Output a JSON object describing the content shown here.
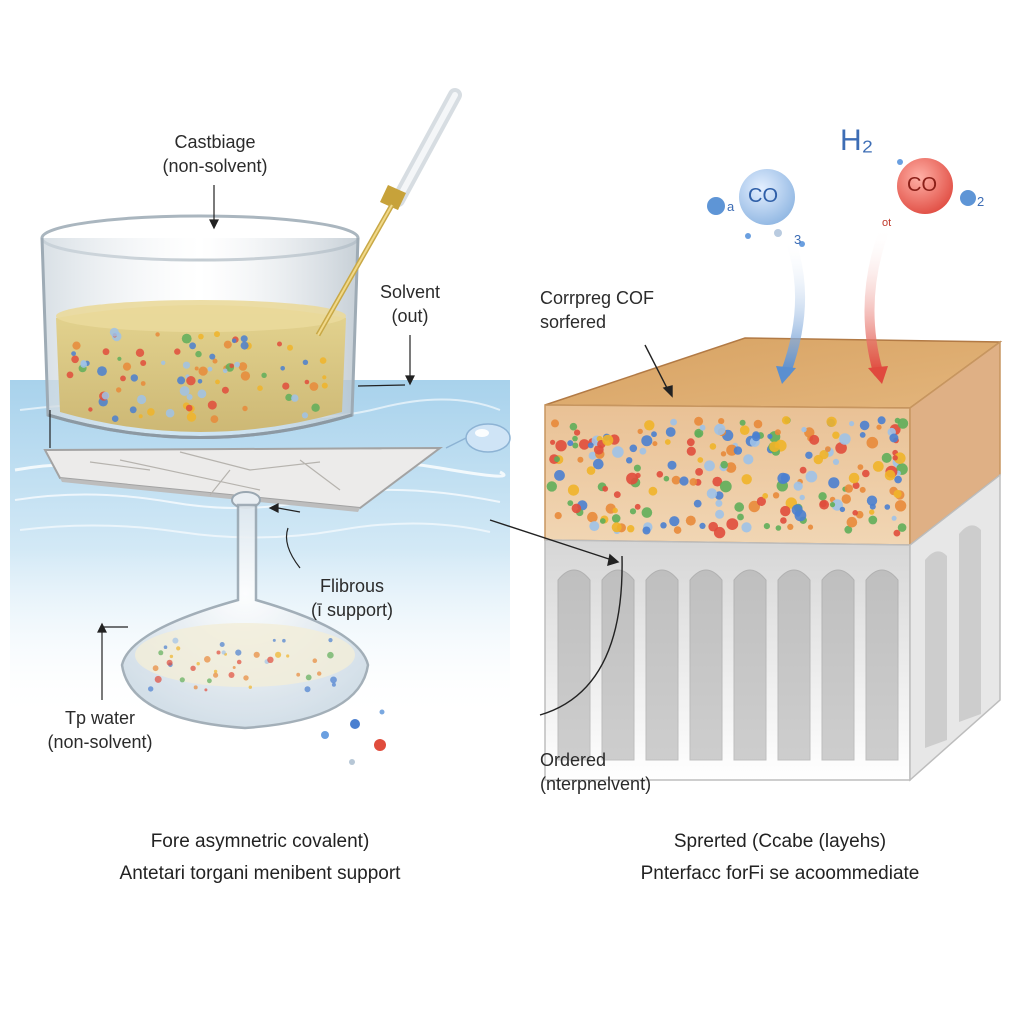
{
  "labels": {
    "top_left": [
      "Castbiage",
      "(non-solvent)"
    ],
    "solvent": [
      "Solvent",
      "(out)"
    ],
    "fibrous": [
      "Flibrous",
      "(ī support)"
    ],
    "water": [
      "Tp water",
      "(non-solvent)"
    ],
    "cof": [
      "Corrpreg COF",
      "sorfered"
    ],
    "ordered": [
      "Ordered",
      "(nterpnelvent)"
    ]
  },
  "gases": {
    "h2": "H₂",
    "co_left": "CO",
    "co_right": "CO",
    "small_left": "a",
    "small_right": "2",
    "tiny_b": "3",
    "tiny_o": "ot"
  },
  "captions": {
    "left": [
      "Fore asymnetric covalent)",
      "Antetari torgani menibent support"
    ],
    "right": [
      "Sprerted (Ccabe (layehs)",
      "Pnterfacc forFi se acoommediate"
    ]
  },
  "colors": {
    "liquid": "#d9c77e",
    "water": "#bcdcef",
    "cof_top": "#d9a667",
    "co_blue": "#9ec4e8",
    "co_red": "#e8695d",
    "h2_text": "#3d6db5"
  },
  "icons": [
    "beaker-icon",
    "pipette-icon",
    "flask-icon",
    "droplet-icon",
    "membrane-block-icon",
    "gas-arrow-icon"
  ]
}
